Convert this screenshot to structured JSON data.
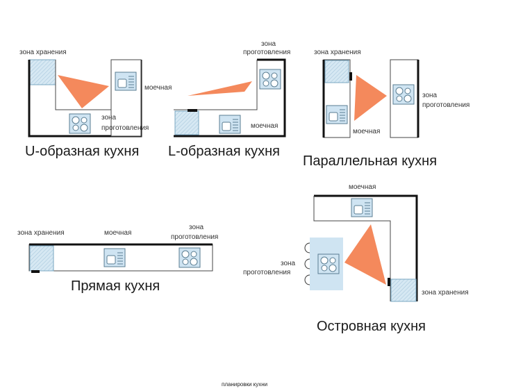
{
  "colors": {
    "wall": "#111111",
    "counter": "#ffffff",
    "storage": "#c9e0ee",
    "appliance": "#cfe4f2",
    "triangle": "#f4895c",
    "island": "#cfe4f2"
  },
  "u_kitchen": {
    "title": "U-образная кухня",
    "storage_label": "зона хранения",
    "sink_label": "моечная",
    "cook_label_1": "зона",
    "cook_label_2": "проготовления"
  },
  "l_kitchen": {
    "title": "L-образная кухня",
    "cook_label_1": "зона",
    "cook_label_2": "проготовления",
    "sink_label": "моечная"
  },
  "parallel_kitchen": {
    "title": "Параллельная кухня",
    "storage_label": "зона хранения",
    "sink_label": "моечная",
    "cook_label_1": "зона",
    "cook_label_2": "проготовления"
  },
  "straight_kitchen": {
    "title": "Прямая кухня",
    "storage_label": "зона хранения",
    "sink_label": "моечная",
    "cook_label_1": "зона",
    "cook_label_2": "проготовления"
  },
  "island_kitchen": {
    "title": "Островная кухня",
    "sink_label": "моечная",
    "cook_label_1": "зона",
    "cook_label_2": "проготовления",
    "storage_label": "зона хранения"
  },
  "caption": "планировки кухни"
}
